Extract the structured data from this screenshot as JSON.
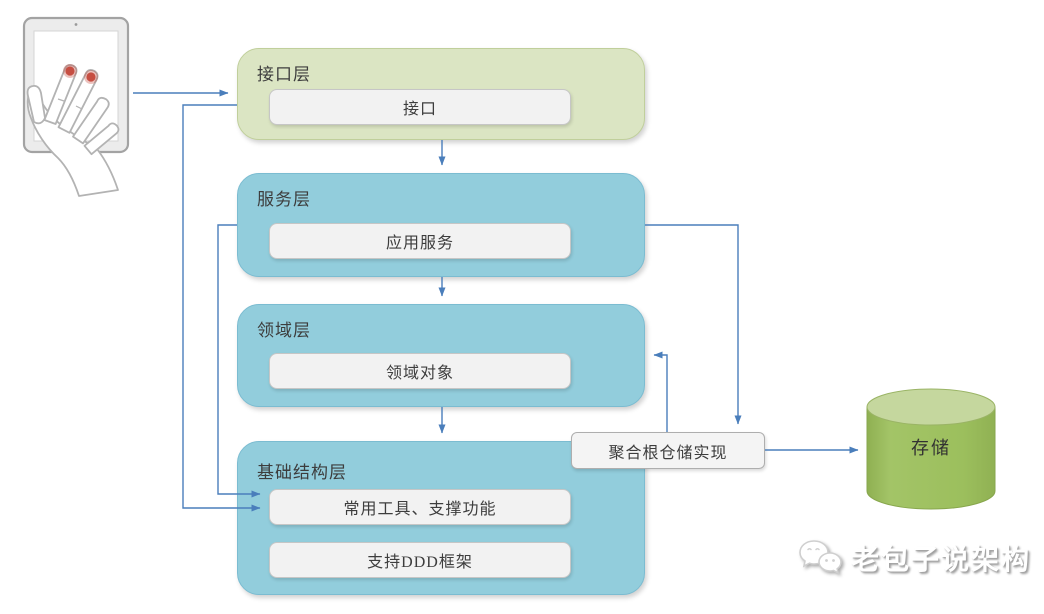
{
  "diagram": {
    "layers": [
      {
        "id": "interface",
        "label": "接口层",
        "boxes": [
          "接口"
        ]
      },
      {
        "id": "service",
        "label": "服务层",
        "boxes": [
          "应用服务"
        ]
      },
      {
        "id": "domain",
        "label": "领域层",
        "boxes": [
          "领域对象"
        ]
      },
      {
        "id": "infrastructure",
        "label": "基础结构层",
        "boxes": [
          "常用工具、支撑功能",
          "支持DDD框架"
        ]
      }
    ],
    "aggregate_repo_label": "聚合根仓储实现",
    "storage_label": "存储",
    "edges": [
      {
        "from": "tablet-client",
        "to": "interface-layer"
      },
      {
        "from": "interface-layer",
        "to": "service-layer"
      },
      {
        "from": "service-layer",
        "to": "domain-layer"
      },
      {
        "from": "domain-layer",
        "to": "infrastructure-layer"
      },
      {
        "from": "interface-layer",
        "to": "infrastructure-common-tools"
      },
      {
        "from": "service-layer",
        "to": "infrastructure-common-tools"
      },
      {
        "from": "service-layer",
        "to": "aggregate-repo-impl"
      },
      {
        "from": "aggregate-repo-impl",
        "to": "domain-layer"
      },
      {
        "from": "aggregate-repo-impl",
        "to": "storage"
      }
    ],
    "icons": {
      "client": "hand-touching-tablet-icon",
      "brand": "wechat-icon"
    },
    "watermark": "老包子说架构",
    "colors": {
      "interface_fill": "#dbe5c3",
      "interface_border": "#c0cf9b",
      "layer_fill": "#92cddc",
      "layer_border": "#7bbcd1",
      "inner_fill": "#f2f2f2",
      "inner_border": "#c6c6c6",
      "arrow": "#4a7ebb",
      "cylinder_fill": "#9cbf5d",
      "cylinder_top": "#c5d79e",
      "touch_dot": "#c0392b",
      "text": "#3d3d3d"
    }
  }
}
